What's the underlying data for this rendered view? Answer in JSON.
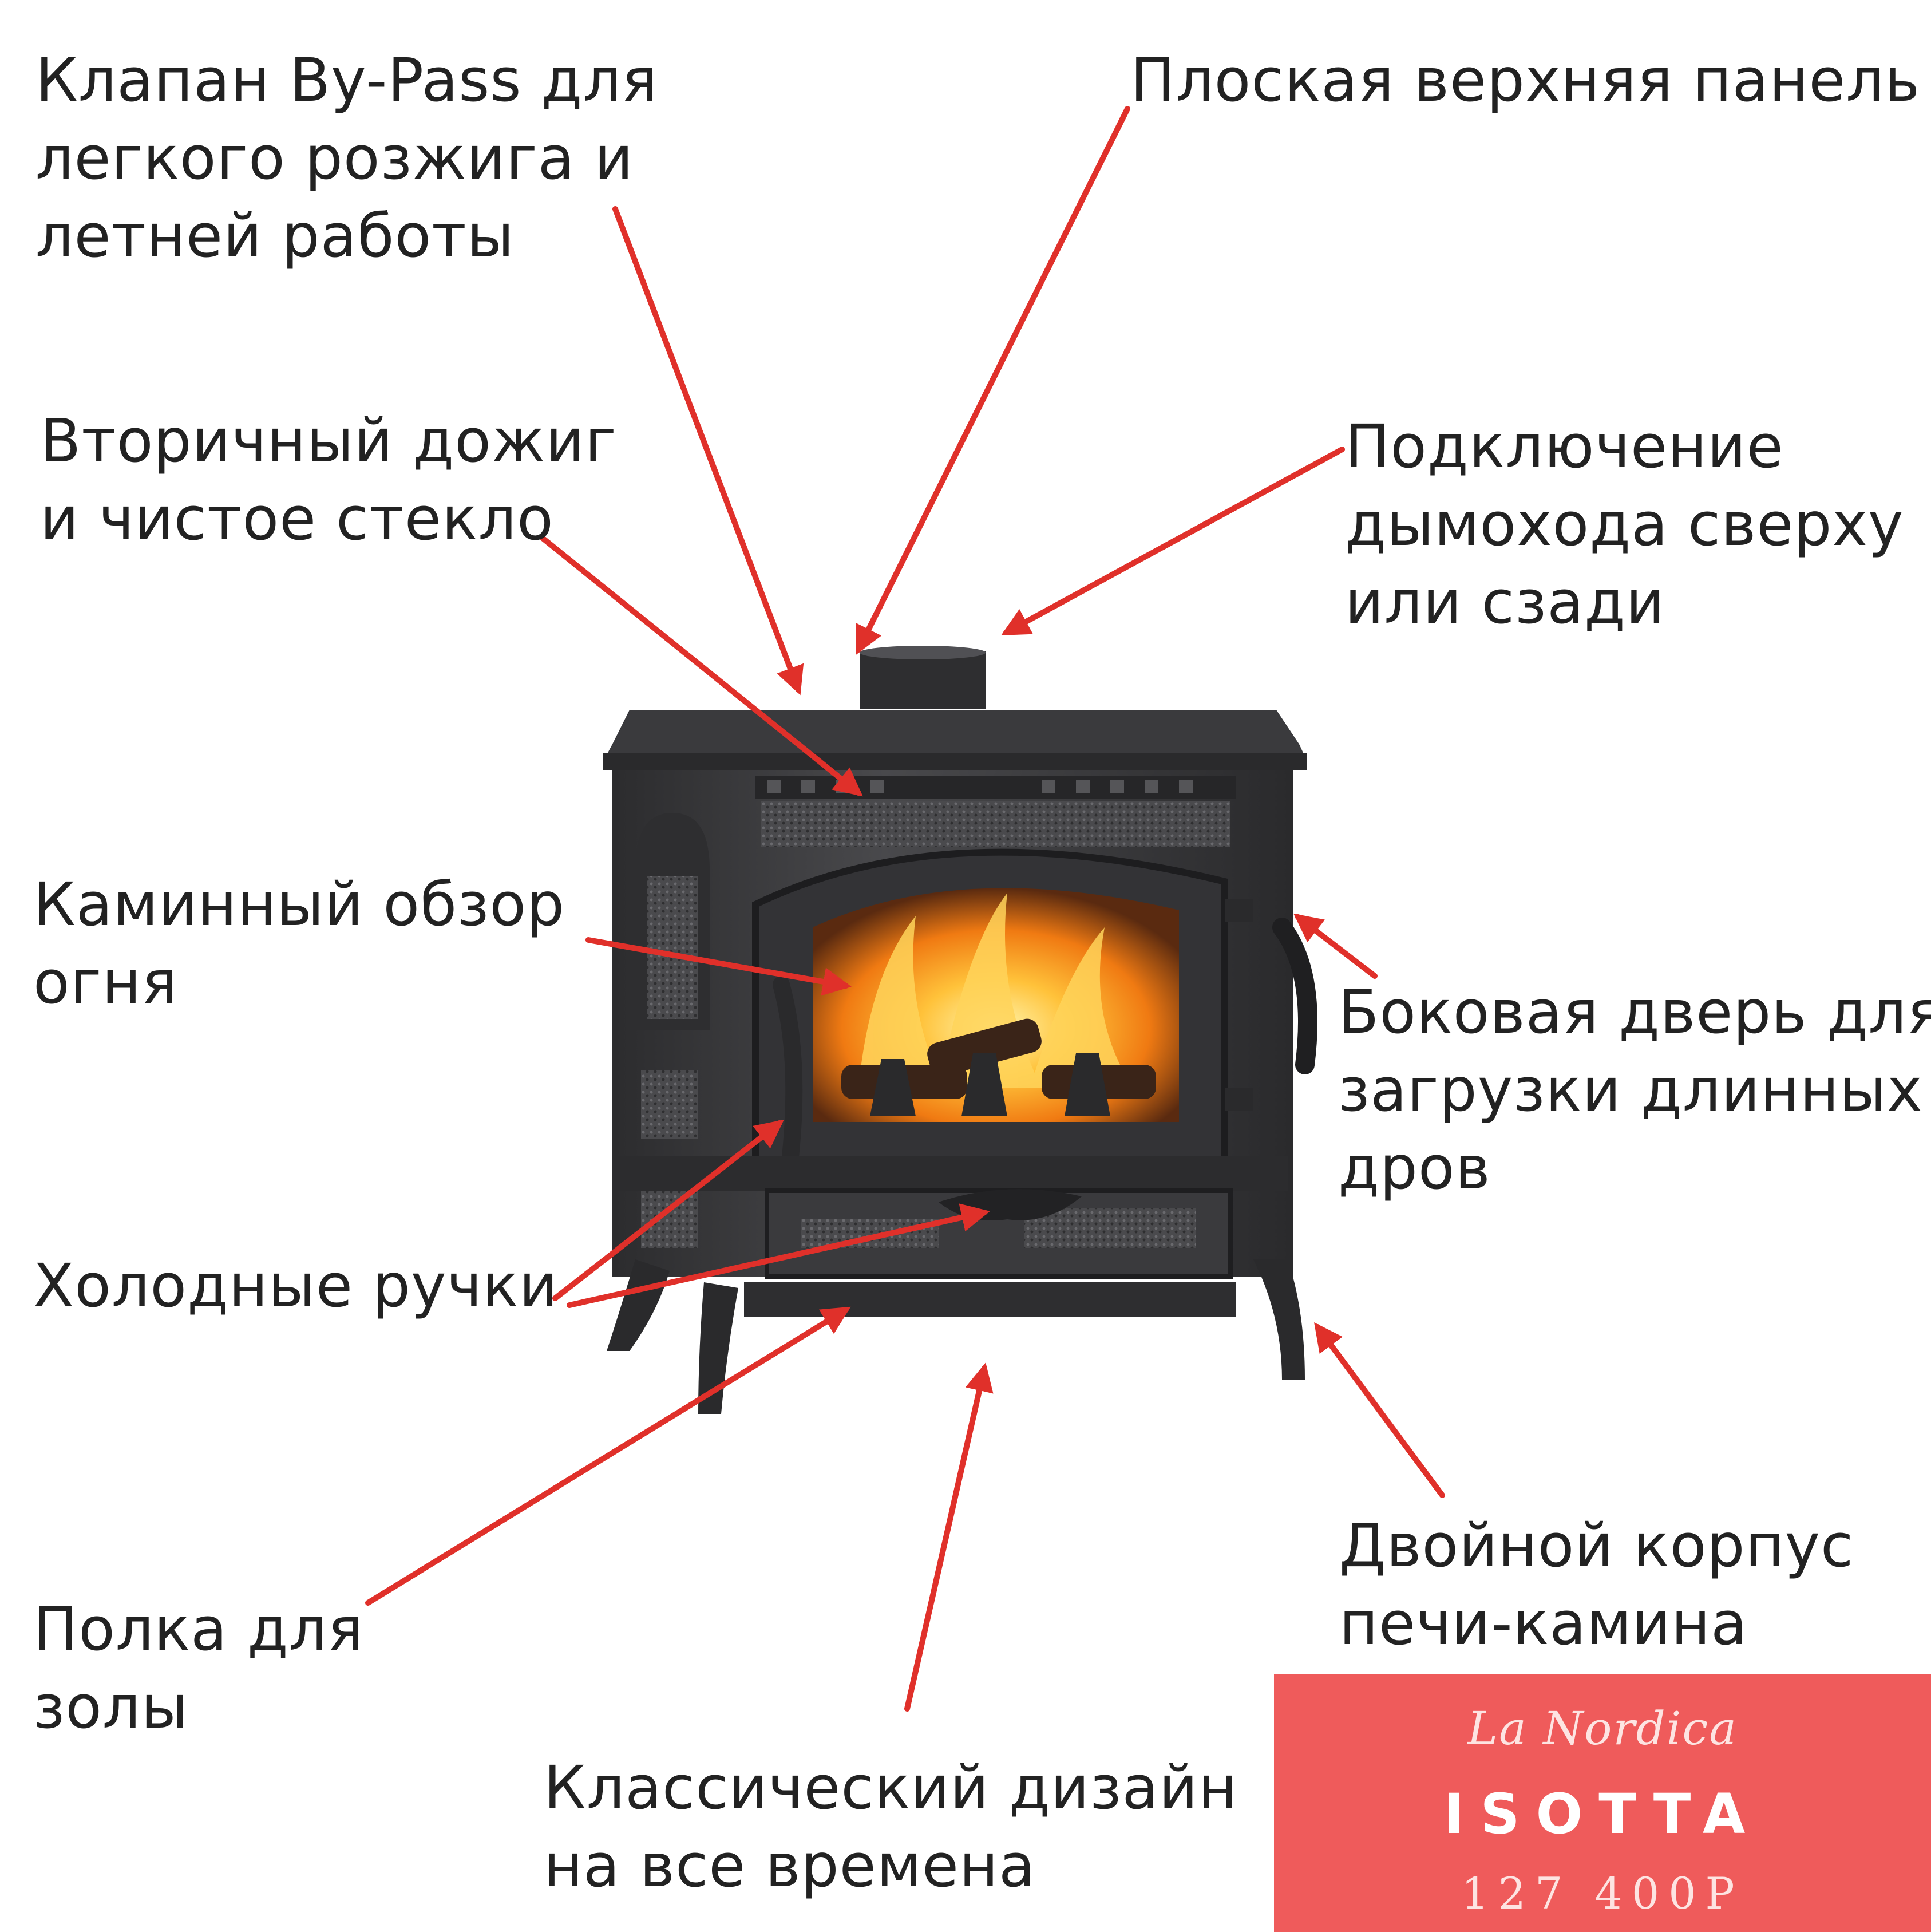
{
  "labels": {
    "bypass": [
      "Клапан By-Pass для",
      "легкого розжига и",
      "летней работы"
    ],
    "top_panel": [
      "Плоская верхняя панель"
    ],
    "secondary": [
      "Вторичный дожиг",
      "и чистое стекло"
    ],
    "flue": [
      "Подключение",
      "дымохода сверху",
      "или сзади"
    ],
    "view": [
      "Каминный обзор",
      "огня"
    ],
    "side_door": [
      "Боковая дверь для",
      "загрузки длинных",
      "дров"
    ],
    "handles": [
      "Холодные ручки"
    ],
    "ash": [
      "Полка для",
      "золы"
    ],
    "double_body": [
      "Двойной корпус",
      "печи-камина"
    ],
    "classic": [
      "Классический дизайн",
      "на все времена"
    ]
  },
  "product": {
    "brand": "La Nordica",
    "model": "ISOTTA",
    "price": "127 400Р"
  },
  "colors": {
    "arrow": "#e0302a",
    "price_box": "#ef5b5b",
    "stove_body": "#3b3b3d",
    "text": "#222222"
  }
}
